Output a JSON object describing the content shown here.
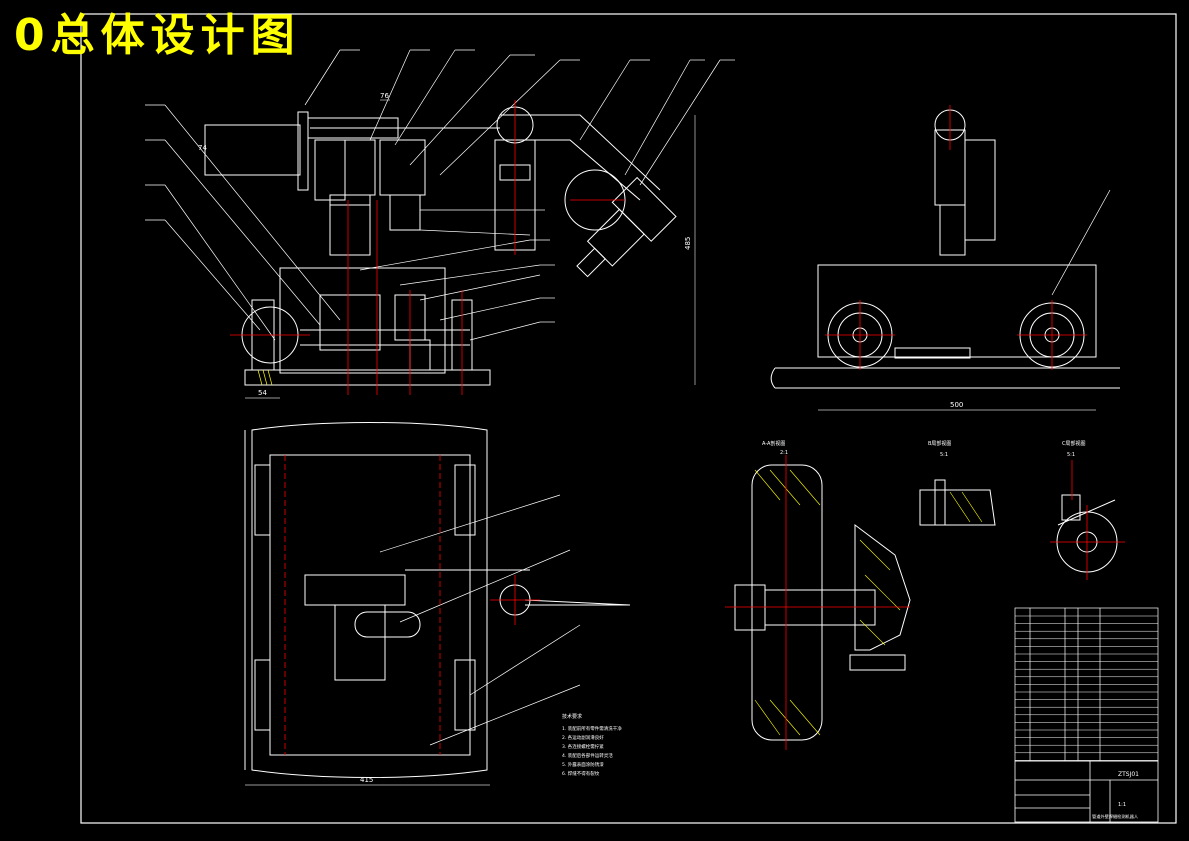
{
  "page_title": "0总体设计图",
  "colors": {
    "background": "#000000",
    "lines": "#ffffff",
    "center_lines": "#ff0000",
    "hatch": "#ffff00",
    "dim": "#cccccc",
    "title": "#ffff00"
  },
  "dimensions": {
    "front_height": "485",
    "front_width": "54",
    "side_width": "500",
    "bottom_width": "415",
    "arm_dim": "74",
    "top_dim": "76"
  },
  "section_labels": {
    "section_a": "A-A剖视图",
    "section_a_scale": "2:1",
    "detail_b": "B局部视图",
    "detail_b_scale": "5:1",
    "detail_c": "C局部视图",
    "detail_c_scale": "5:1"
  },
  "notes": {
    "heading": "技术要求",
    "items": [
      "1. 装配前所有零件需清洗干净",
      "2. 各运动副润滑良好",
      "3. 各连接螺栓需拧紧",
      "4. 装配后各部件运转灵活",
      "5. 外露表面涂防锈漆",
      "6. 焊缝不得有裂纹"
    ]
  },
  "title_block": {
    "drawing_no": "ZTSJ01",
    "name": "管道外壁焊缝检测机器人",
    "scale": "1:1"
  }
}
